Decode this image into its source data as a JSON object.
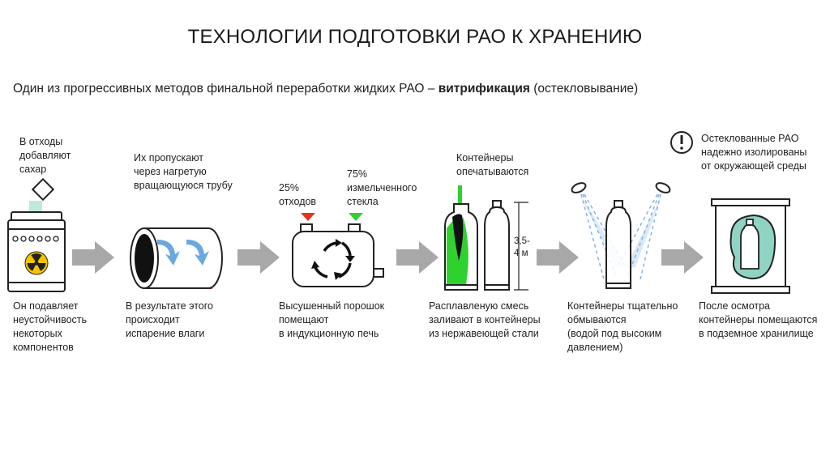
{
  "title": "ТЕХНОЛОГИИ ПОДГОТОВКИ РАО К ХРАНЕНИЮ",
  "subtitle": {
    "prefix": "Один из прогрессивных методов финальной переработки жидких РАО – ",
    "bold": "витрификация",
    "suffix": " (остекловывание)"
  },
  "steps": {
    "s1_top": "В отходы\nдобавляют\nсахар",
    "s1_bottom": "Он подавляет\nнеустойчивость\nнекоторых\nкомпонентов",
    "s2_top": "Их пропускают\nчерез нагретую\nвращающуюся трубу",
    "s2_bottom": "В результате этого\nпроисходит\nиспарение влаги",
    "s3_top_left": "25%\nотходов",
    "s3_top_right": "75%\nизмельченного\nстекла",
    "s3_bottom": "Высушенный порошок\nпомещают\nв индукционную печь",
    "s4_top": "Контейнеры\nопечатываются",
    "s4_dimension": "3,5-\n4 м",
    "s4_bottom": "Расплавленую смесь\nзаливают в контейнеры\nиз нержавеющей стали",
    "s5_bottom": "Контейнеры тщательно\nобмываются\n(водой под высоким\nдавлением)",
    "s6_top": "Остеклованные РАО\nнадежно изолированы\nот окружающей среды",
    "s6_bottom": "После осмотра\nконтейнеры помещаются\nв подземное хранилище",
    "s6_alert": "!"
  },
  "icons": {
    "radiation": "radiation-icon",
    "alert": "alert-icon",
    "arrows": "flow-arrow-icon"
  },
  "colors": {
    "glass_green": "#2fd12f",
    "waste_red": "#e8321e",
    "flame": "#f07a1c",
    "radiation_yellow": "#f2c500",
    "water_blue": "#7fb2e6",
    "arrow_gray": "#a8a8a8",
    "teal_glass": "#8fd3c4"
  }
}
